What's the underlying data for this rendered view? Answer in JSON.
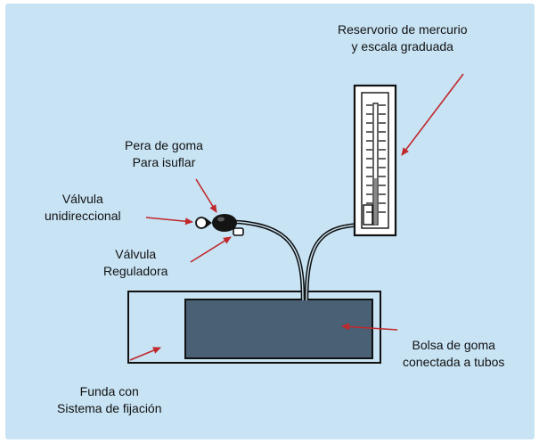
{
  "labels": {
    "mercury_reservoir": [
      "Reservorio de mercurio",
      "y escala graduada"
    ],
    "bulb": [
      "Pera de goma",
      "Para isuflar"
    ],
    "one_way_valve": [
      "Válvula",
      "unidireccional"
    ],
    "regulator_valve": [
      "Válvula",
      "Reguladora"
    ],
    "bladder": [
      "Bolsa de goma",
      "conectada a tubos"
    ],
    "cuff": [
      "Funda con",
      "Sistema de fijación"
    ]
  },
  "colors": {
    "background": "#c8e3f4",
    "arrow": "#c0282c",
    "bladder_fill": "#4a6075",
    "outline": "#111111",
    "bulb": "#141414"
  },
  "icons": [
    "bulb-icon",
    "valve-icon",
    "regulator-valve-icon"
  ]
}
